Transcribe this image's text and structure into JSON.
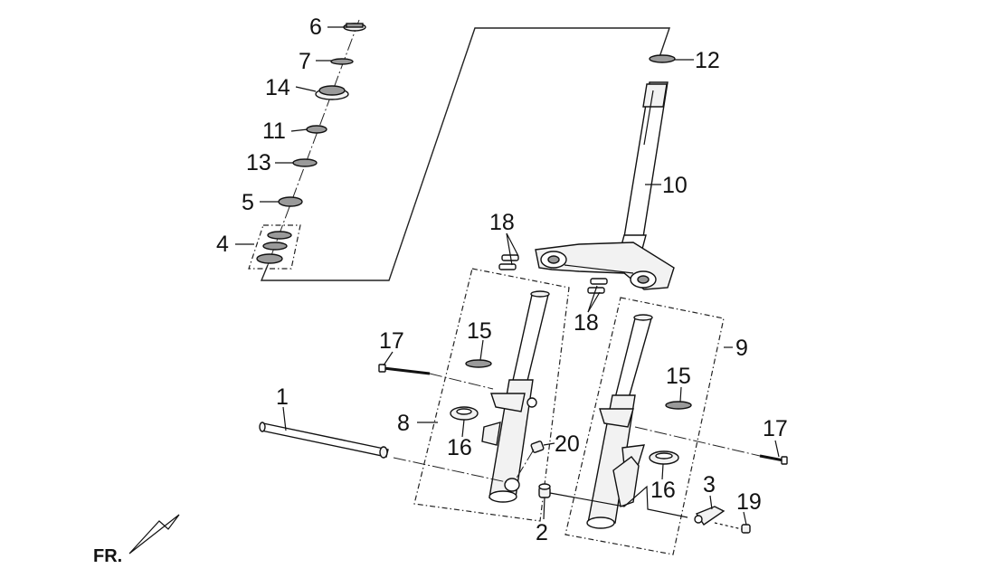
{
  "labels": {
    "p1": "1",
    "p2": "2",
    "p3": "3",
    "p4": "4",
    "p5": "5",
    "p6": "6",
    "p7": "7",
    "p8": "8",
    "p9": "9",
    "p10": "10",
    "p11": "11",
    "p12": "12",
    "p13": "13",
    "p14": "14",
    "p15a": "15",
    "p15b": "15",
    "p16a": "16",
    "p16b": "16",
    "p17a": "17",
    "p17b": "17",
    "p18a": "18",
    "p18b": "18",
    "p19": "19",
    "p20": "20"
  },
  "direction_marker": "FR."
}
